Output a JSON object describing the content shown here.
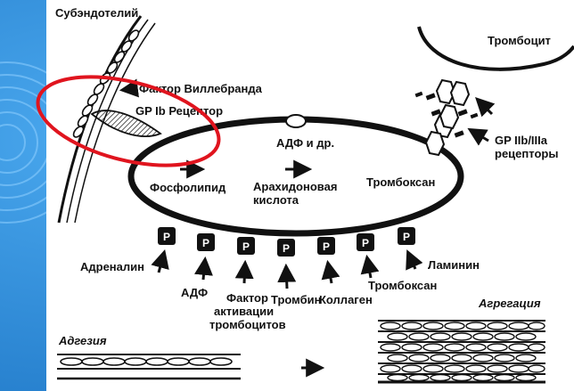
{
  "labels": {
    "subendothelium": "Субэндотелий",
    "von_willebrand": "Фактор Виллебранда",
    "gp_ib": "GP Ib Рецептор",
    "thrombocyte": "Тромбоцит",
    "adp_etc": "АДФ и др.",
    "gp_iib_line1": "GP IIb/IIIa",
    "gp_iib_line2": "рецепторы",
    "phospholipid": "Фосфолипид",
    "arachidonic_line1": "Арахидоновая",
    "arachidonic_line2": "кислота",
    "thromboxane_inside": "Тромбоксан",
    "adrenaline": "Адреналин",
    "adp": "АДФ",
    "paf_line1": "Фактор",
    "paf_line2": "активации",
    "paf_line3": "тромбоцитов",
    "thrombin": "Тромбин",
    "collagen": "Коллаген",
    "thromboxane_bottom": "Тромбоксан",
    "laminin": "Ламинин",
    "adhesion": "Адгезия",
    "aggregation": "Агрегация"
  },
  "receptor_letter": "P",
  "colors": {
    "background": "#2f8fd8",
    "panel": "#ffffff",
    "ink": "#111111",
    "highlight": "#e0141e"
  }
}
